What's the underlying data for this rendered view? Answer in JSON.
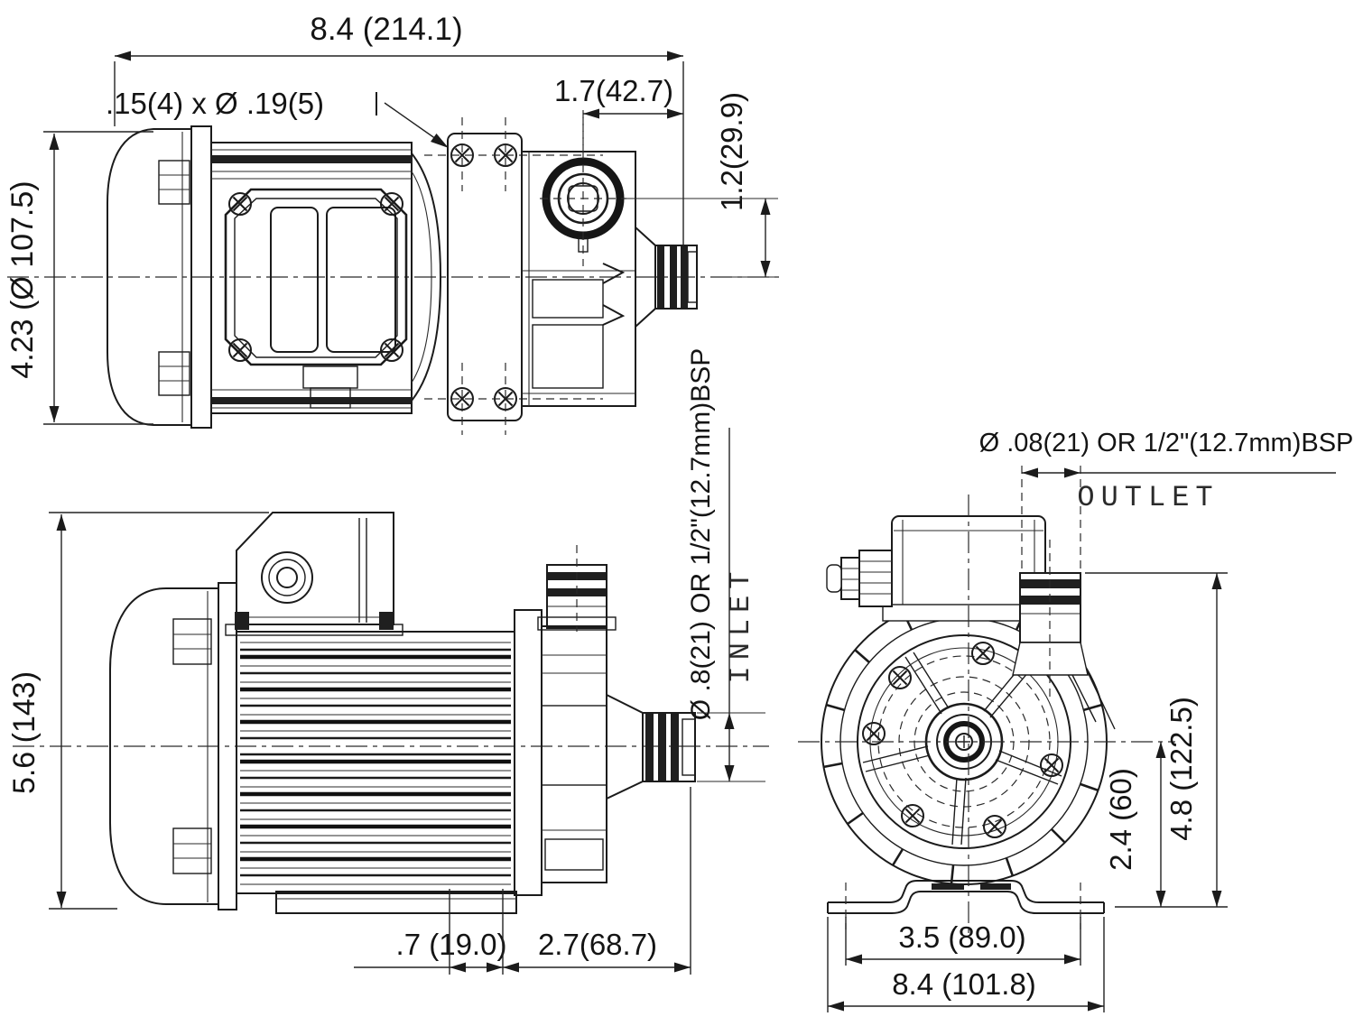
{
  "colors": {
    "background": "#ffffff",
    "line": "#1b1b1b"
  },
  "dimensions": {
    "overall_length": "8.4 (214.1)",
    "mount_slot_callout": ".15(4) x Ø .19(5)",
    "head_length": "1.7(42.7)",
    "port_to_barb_offset": "1.2(29.9)",
    "motor_diameter": "4.23 (Ø 107.5)",
    "overall_height": "5.6 (143)",
    "foot_slot_offset": ".7 (19.0)",
    "pump_section_length": "2.7(68.7)",
    "inlet_spec": "Ø .8(21) OR 1/2\"(12.7mm)BSP",
    "inlet_label": "INLET",
    "outlet_spec": "Ø .08(21) OR 1/2\"(12.7mm)BSP",
    "outlet_label": "OUTLET",
    "shaft_center_height": "2.4 (60)",
    "outlet_center_height": "4.8 (122.5)",
    "foot_hole_spacing": "3.5 (89.0)",
    "foot_overall_width": "8.4 (101.8)"
  }
}
